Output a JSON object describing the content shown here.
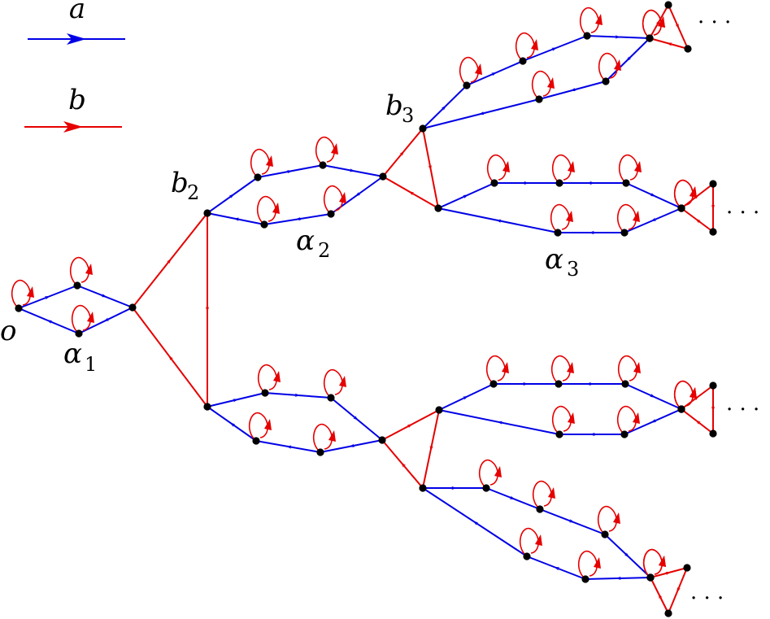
{
  "colors": {
    "a": "#0000e6",
    "b": "#e60000",
    "node": "#000000"
  },
  "legend": [
    {
      "key": "a",
      "label": "a"
    },
    {
      "key": "b",
      "label": "b"
    }
  ],
  "labels": {
    "o": "o",
    "alpha": "α",
    "alpha1_sub": "1",
    "alpha2_sub": "2",
    "alpha3_sub": "3",
    "b": "b",
    "b2_sub": "2",
    "b3_sub": "3",
    "ellipsis": "· · ·"
  },
  "graph": {
    "edges": [
      [
        "o",
        "c1T",
        "a"
      ],
      [
        "c1T",
        "v1",
        "a"
      ],
      [
        "v1",
        "c1B",
        "a"
      ],
      [
        "c1B",
        "o",
        "a"
      ],
      [
        "v1",
        "b2",
        "b"
      ],
      [
        "b2",
        "v2",
        "b"
      ],
      [
        "v2",
        "v1",
        "b"
      ],
      [
        "b2",
        "tA",
        "a"
      ],
      [
        "tA",
        "tB",
        "a"
      ],
      [
        "tB",
        "tC",
        "a"
      ],
      [
        "tC",
        "tBB",
        "a"
      ],
      [
        "tBB",
        "tAB",
        "a"
      ],
      [
        "tAB",
        "b2",
        "a"
      ],
      [
        "tC",
        "b3",
        "b"
      ],
      [
        "b3",
        "v3",
        "b"
      ],
      [
        "v3",
        "tC",
        "b"
      ],
      [
        "b3",
        "uA",
        "a"
      ],
      [
        "uA",
        "uB",
        "a"
      ],
      [
        "uB",
        "uC",
        "a"
      ],
      [
        "uC",
        "uD",
        "a"
      ],
      [
        "uD",
        "ut1",
        "a"
      ],
      [
        "ut1",
        "uDb",
        "a"
      ],
      [
        "uDb",
        "uCb",
        "a"
      ],
      [
        "uCb",
        "uBb",
        "a"
      ],
      [
        "uBb",
        "b3",
        "a"
      ],
      [
        "ut1",
        "ut2",
        "b"
      ],
      [
        "ut2",
        "ut3",
        "b"
      ],
      [
        "ut3",
        "ut1",
        "b"
      ],
      [
        "v3",
        "rA",
        "a"
      ],
      [
        "rA",
        "rB",
        "a"
      ],
      [
        "rB",
        "rC",
        "a"
      ],
      [
        "rC",
        "rD",
        "a"
      ],
      [
        "rD",
        "rt1",
        "a"
      ],
      [
        "rt1",
        "rDb",
        "a"
      ],
      [
        "rDb",
        "rCb",
        "a"
      ],
      [
        "rCb",
        "rBb",
        "a"
      ],
      [
        "rBb",
        "v3",
        "a"
      ],
      [
        "rt1",
        "rt2",
        "b"
      ],
      [
        "rt2",
        "rt3",
        "b"
      ],
      [
        "rt3",
        "rt1",
        "b"
      ],
      [
        "v2",
        "lA",
        "a"
      ],
      [
        "lA",
        "lB",
        "a"
      ],
      [
        "lB",
        "lC",
        "a"
      ],
      [
        "lC",
        "lBB",
        "a"
      ],
      [
        "lBB",
        "lAB",
        "a"
      ],
      [
        "lAB",
        "v2",
        "a"
      ],
      [
        "lC",
        "p1",
        "b"
      ],
      [
        "p1",
        "p2",
        "b"
      ],
      [
        "p2",
        "lC",
        "b"
      ],
      [
        "p1",
        "sA",
        "a"
      ],
      [
        "sA",
        "sB",
        "a"
      ],
      [
        "sB",
        "sC",
        "a"
      ],
      [
        "sC",
        "sD",
        "a"
      ],
      [
        "sD",
        "st1",
        "a"
      ],
      [
        "st1",
        "sDb",
        "a"
      ],
      [
        "sDb",
        "sCb",
        "a"
      ],
      [
        "sCb",
        "sBb",
        "a"
      ],
      [
        "sBb",
        "p1",
        "a"
      ],
      [
        "st1",
        "st2",
        "b"
      ],
      [
        "st2",
        "st3",
        "b"
      ],
      [
        "st3",
        "st1",
        "b"
      ],
      [
        "p2",
        "wA",
        "a"
      ],
      [
        "wA",
        "wB",
        "a"
      ],
      [
        "wB",
        "wC",
        "a"
      ],
      [
        "wC",
        "wD",
        "a"
      ],
      [
        "wD",
        "wt1",
        "a"
      ],
      [
        "wt1",
        "wDb",
        "a"
      ],
      [
        "wDb",
        "wCb",
        "a"
      ],
      [
        "wCb",
        "wBb",
        "a"
      ],
      [
        "wBb",
        "p2",
        "a"
      ],
      [
        "wt1",
        "wt2",
        "b"
      ],
      [
        "wt2",
        "wt3",
        "b"
      ],
      [
        "wt3",
        "wt1",
        "b"
      ]
    ],
    "loops": [
      "o",
      "c1T",
      "c1B",
      "tA",
      "tB",
      "tBB",
      "tAB",
      "uA",
      "uB",
      "uC",
      "uD",
      "uDb",
      "uCb",
      "uBb",
      "rA",
      "rB",
      "rC",
      "rD",
      "rDb",
      "rCb",
      "rBb",
      "lA",
      "lB",
      "lBB",
      "lAB",
      "sA",
      "sB",
      "sC",
      "sD",
      "sDb",
      "sCb",
      "sBb",
      "wA",
      "wB",
      "wC",
      "wD",
      "wDb",
      "wCb",
      "wBb"
    ]
  }
}
